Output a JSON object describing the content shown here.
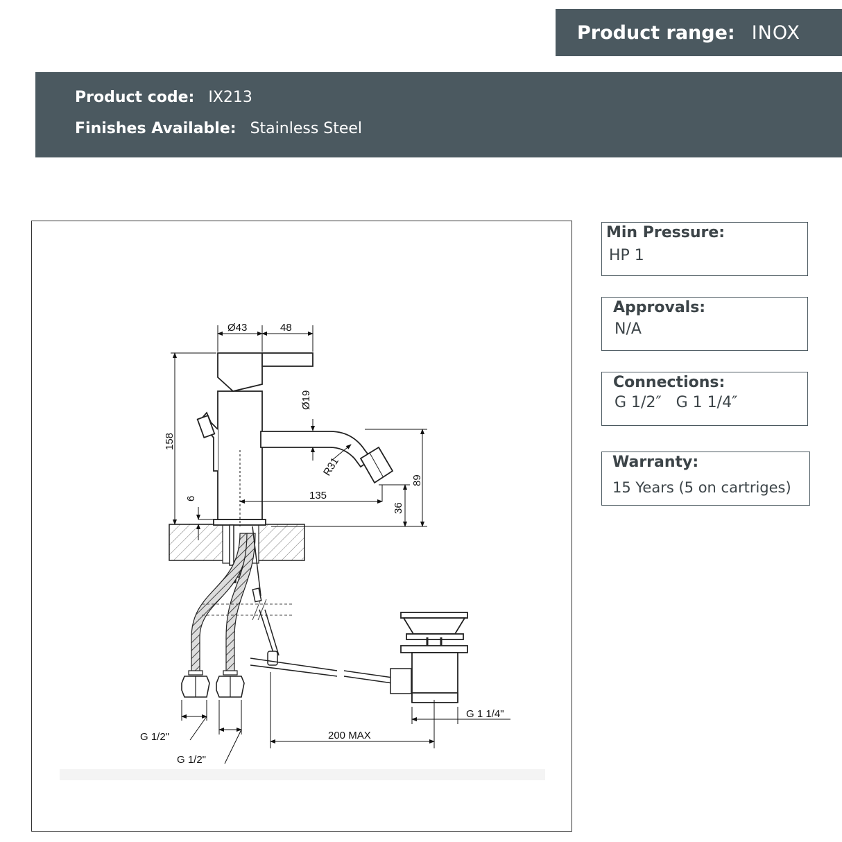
{
  "header": {
    "range_label": "Product range:",
    "range_value": "INOX"
  },
  "product": {
    "code_label": "Product code:",
    "code_value": "IX213",
    "finish_label": "Finishes Available:",
    "finish_value": "Stainless Steel"
  },
  "specs": {
    "pressure_label": "Min Pressure:",
    "pressure_value": "HP 1",
    "approvals_label": "Approvals:",
    "approvals_value": "N/A",
    "connections_label": "Connections:",
    "connections_value": "G 1/2″   G 1 1/4″",
    "warranty_label": "Warranty:",
    "warranty_value": "15 Years (5 on cartriges)"
  },
  "drawing": {
    "dim_body_diameter": "Ø43",
    "dim_lever": "48",
    "dim_height": "158",
    "dim_spout_diameter": "Ø19",
    "dim_radius": "R31",
    "dim_reach": "135",
    "dim_outlet_height": "89",
    "dim_base": "6",
    "dim_nozzle": "36",
    "dim_hose_left": "G 1/2\"",
    "dim_hose_right": "G 1/2\"",
    "dim_rod": "200 MAX",
    "dim_waste": "G 1 1/4\""
  }
}
